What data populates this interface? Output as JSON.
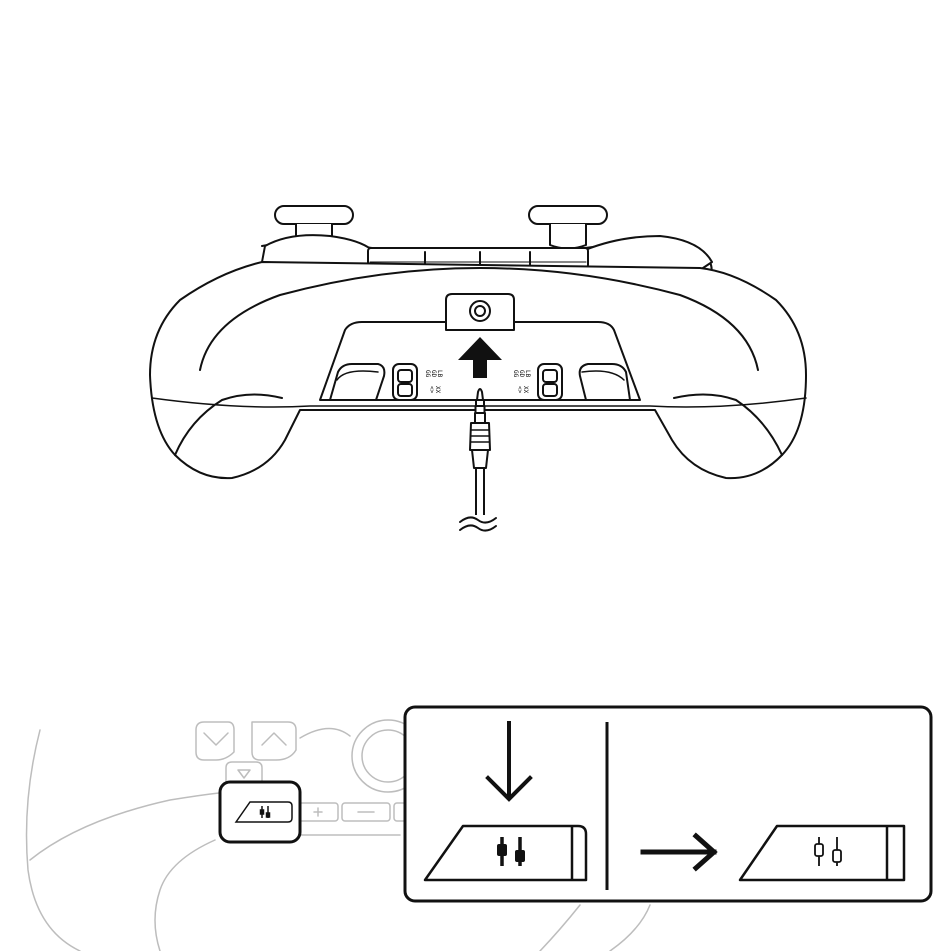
{
  "figure": {
    "top_panel": {
      "left_switch_marks": [
        "GG",
        "GD",
        "LB",
        "<>",
        "XX"
      ],
      "right_switch_marks": [
        "GG",
        "GD",
        "LB",
        "<>",
        "XX"
      ]
    },
    "bottom_panel": {
      "step_before": "press-button",
      "step_after": "mic-mute-active"
    },
    "colors": {
      "line": "#111111",
      "faded_line": "#bdbdbd",
      "fill": "#ffffff"
    },
    "icons": [
      "audio-jack-icon",
      "up-arrow-icon",
      "down-arrow-icon",
      "right-arrow-icon",
      "mixer-sliders-icon"
    ]
  }
}
